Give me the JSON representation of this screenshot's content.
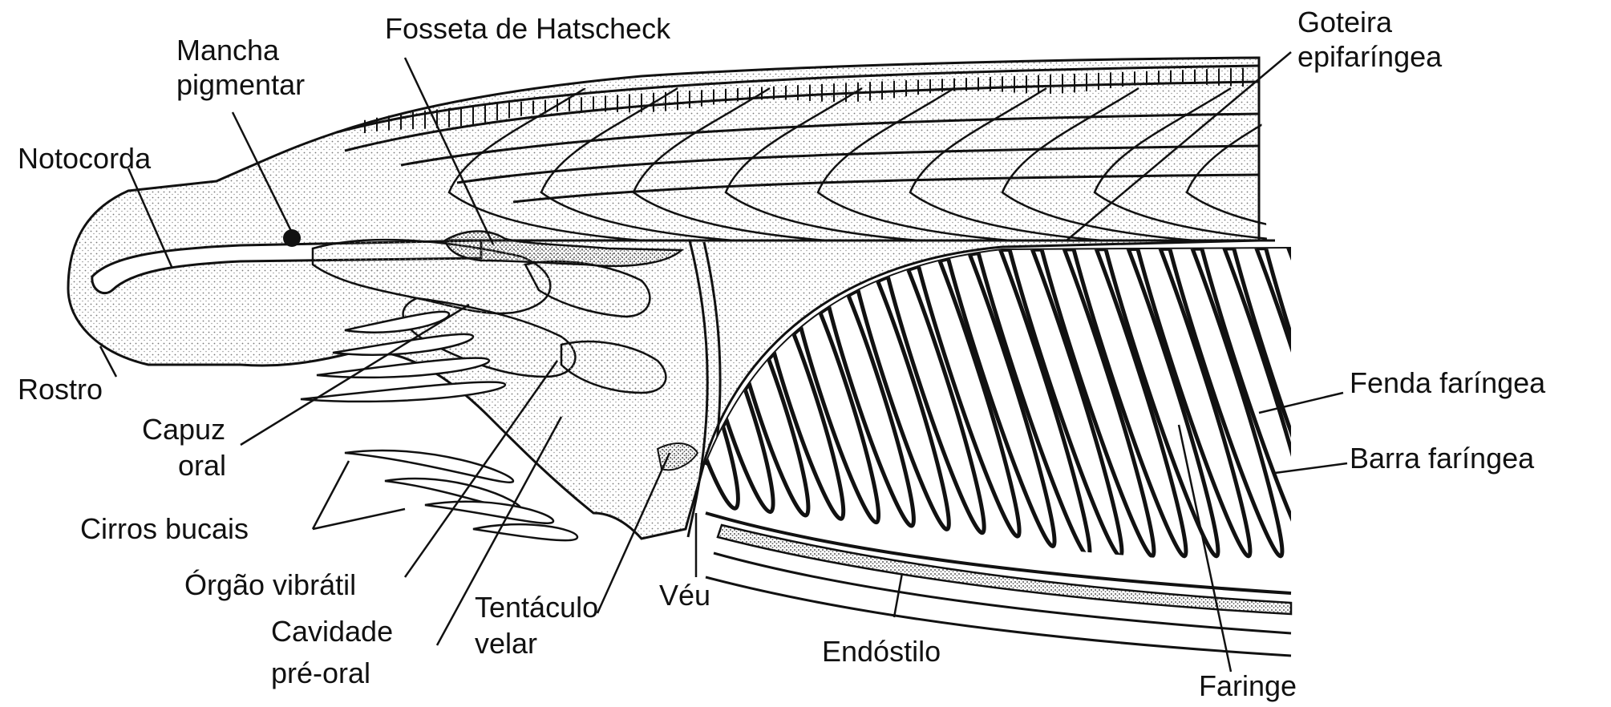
{
  "labels": {
    "fosseta": "Fosseta de Hatscheck",
    "mancha_1": "Mancha",
    "mancha_2": "pigmentar",
    "notocorda": "Notocorda",
    "goteira_1": "Goteira",
    "goteira_2": "epifaríngea",
    "rostro": "Rostro",
    "capuz_1": "Capuz",
    "capuz_2": "oral",
    "cirros": "Cirros bucais",
    "orgao": "Órgão vibrátil",
    "cavidade_1": "Cavidade",
    "cavidade_2": "pré-oral",
    "tentaculo_1": "Tentáculo",
    "tentaculo_2": "velar",
    "veu": "Véu",
    "endostilo": "Endóstilo",
    "faringe": "Faringe",
    "fenda": "Fenda faríngea",
    "barra": "Barra faríngea"
  },
  "colors": {
    "ink": "#111111",
    "background": "#ffffff",
    "stipple": "#8a8a8a"
  }
}
